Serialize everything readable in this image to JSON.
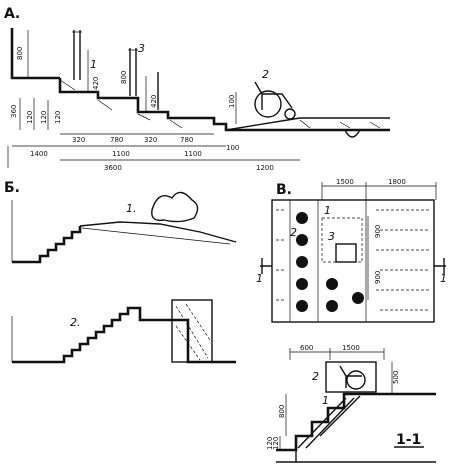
{
  "panels": {
    "a": {
      "label": "А.",
      "dims": {
        "h_800": "800",
        "h_360": "360",
        "h_120a": "120",
        "h_120b": "120",
        "h_120c": "120",
        "h_420a": "420",
        "h_420b": "420",
        "h_800b": "800",
        "h_100": "100",
        "w_320a": "320",
        "w_780a": "780",
        "w_320b": "320",
        "w_780b": "780",
        "w_1400": "1400",
        "w_1100a": "1100",
        "w_1100b": "1100",
        "w_100": "100",
        "w_3600": "3600",
        "w_1200": "1200"
      },
      "markers": {
        "m1": "1",
        "m2": "2",
        "m3": "3"
      }
    },
    "b": {
      "label": "Б.",
      "markers": {
        "m1": "1.",
        "m2": "2."
      }
    },
    "v": {
      "label": "В.",
      "dims": {
        "w_1500": "1500",
        "w_1800": "1800",
        "h_900a": "900",
        "h_900b": "900"
      },
      "markers": {
        "m1": "1",
        "m2": "2",
        "m3": "3",
        "cut_left": "1",
        "cut_right": "1"
      }
    },
    "section": {
      "title": "1-1",
      "dims": {
        "w_600": "600",
        "w_1500": "1500",
        "h_500": "500",
        "h_800": "800",
        "h_120a": "120",
        "h_120b": "120"
      },
      "markers": {
        "m1": "1",
        "m2": "2"
      }
    }
  }
}
